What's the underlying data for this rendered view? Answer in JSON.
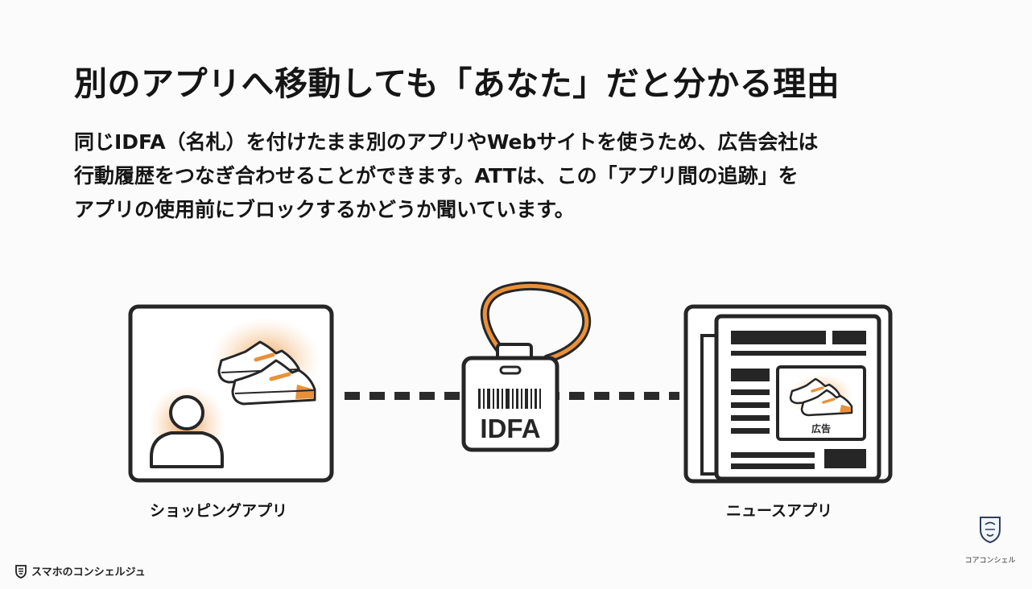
{
  "slide": {
    "title": "別のアプリへ移動しても「あなた」だと分かる理由",
    "body_lines": [
      "同じIDFA（名札）を付けたまま別のアプリやWebサイトを使うため、広告会社は",
      "行動履歴をつなぎ合わせることができます。ATTは、この「アプリ間の追跡」を",
      "アプリの使用前にブロックするかどうか聞いています。"
    ]
  },
  "diagram": {
    "left_caption": "ショッピングアプリ",
    "right_caption": "ニュースアプリ",
    "badge_text": "IDFA",
    "ad_label": "広告",
    "accent_color": "#e8913a",
    "icons": [
      "person-icon",
      "sneakers-icon",
      "id-badge-icon",
      "barcode-icon",
      "newspaper-icon"
    ]
  },
  "footer": {
    "brand": "スマホのコンシェルジュ",
    "corner_label": "コアコンシェル"
  }
}
